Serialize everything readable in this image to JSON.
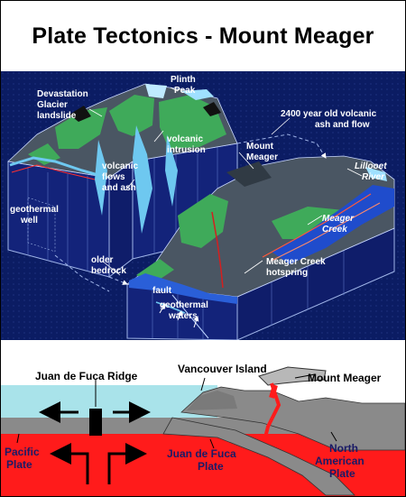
{
  "title": "Plate Tectonics - Mount Meager",
  "block_diagram": {
    "labels": {
      "devastation_l1": "Devastation",
      "devastation_l2": "Glacier",
      "devastation_l3": "landslide",
      "plinth_l1": "Plinth",
      "plinth_l2": "Peak",
      "ash_l1": "2400 year old volcanic",
      "ash_l2": "ash and flow",
      "intrusion_l1": "volcanic",
      "intrusion_l2": "intrusion",
      "meager_l1": "Mount",
      "meager_l2": "Meager",
      "lillooet_l1": "Lillooet",
      "lillooet_l2": "River",
      "flows_l1": "volcanic",
      "flows_l2": "flows",
      "flows_l3": "and ash",
      "geothermal_well_l1": "geothermal",
      "geothermal_well_l2": "well",
      "creek_l1": "Meager",
      "creek_l2": "Creek",
      "bedrock_l1": "older",
      "bedrock_l2": "bedrock",
      "hotspring_l1": "Meager Creek",
      "hotspring_l2": "hotspring",
      "fault": "fault",
      "waters_l1": "geothermal",
      "waters_l2": "waters"
    }
  },
  "cross_section": {
    "labels": {
      "ridge": "Juan de Fuca Ridge",
      "vancouver": "Vancouver Island",
      "meager": "Mount Meager",
      "pacific_l1": "Pacific",
      "pacific_l2": "Plate",
      "jdf_l1": "Juan de Fuca",
      "jdf_l2": "Plate",
      "na_l1": "North",
      "na_l2": "American",
      "na_l3": "Plate"
    }
  },
  "colors": {
    "background_blue": "#0a1a5e",
    "vegetation_green": "#3faa5a",
    "ice_blue": "#6ec8f0",
    "rock_gray": "#5a6470",
    "ocean": "#a9e3ea",
    "mantle_red": "#ff1b1b",
    "crust_gray": "#8a8a8a"
  }
}
